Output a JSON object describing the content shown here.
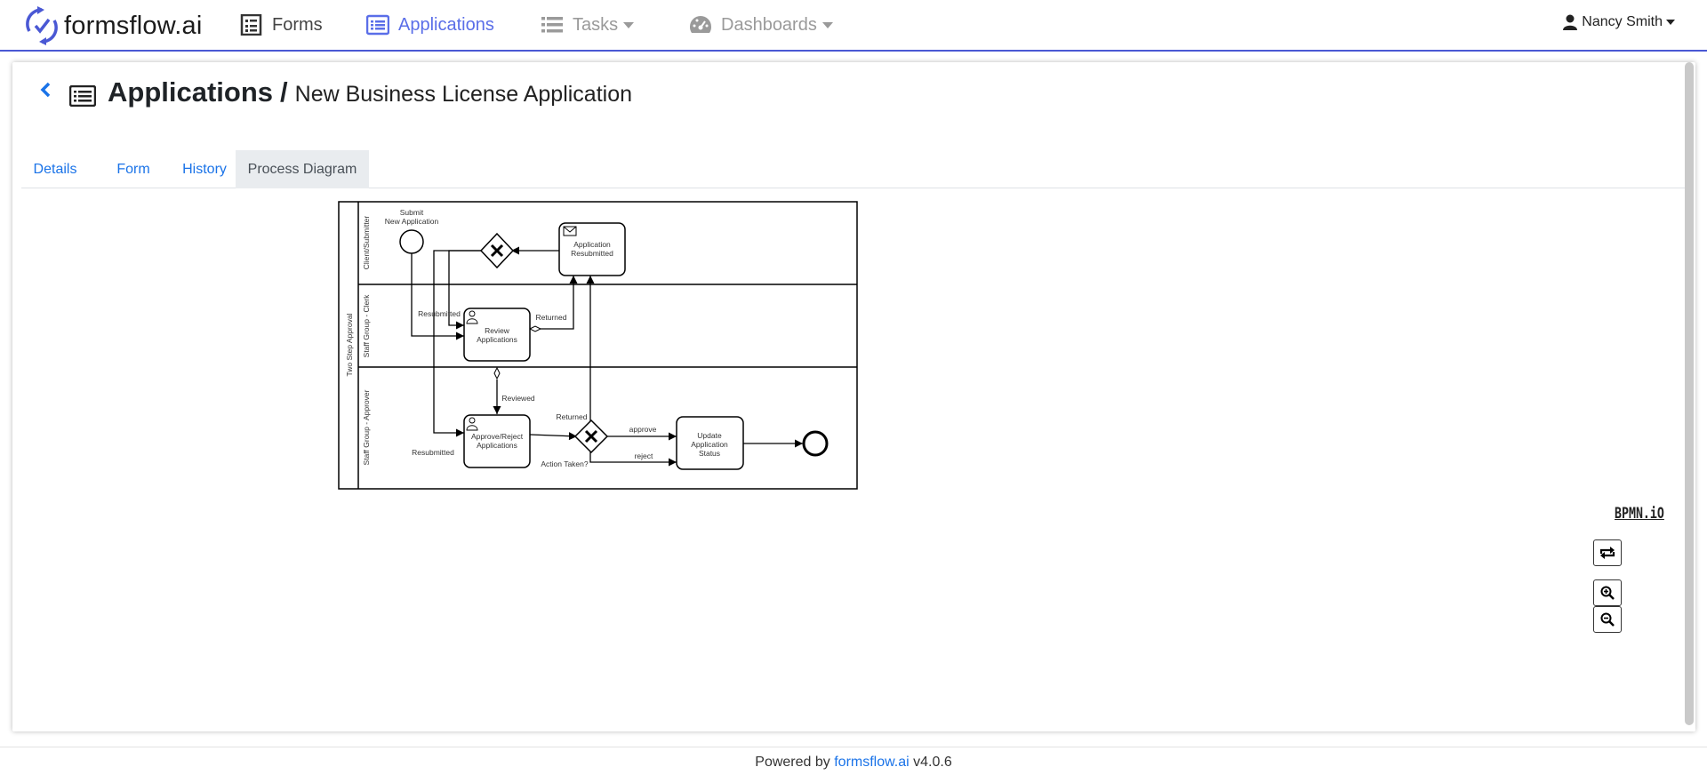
{
  "header": {
    "brand": "formsflow.ai",
    "nav": [
      {
        "label": "Forms",
        "icon": "form-icon"
      },
      {
        "label": "Applications",
        "icon": "list-icon",
        "active": true
      },
      {
        "label": "Tasks",
        "icon": "tasks-icon",
        "dropdown": true
      },
      {
        "label": "Dashboards",
        "icon": "dashboard-icon",
        "dropdown": true
      }
    ],
    "user": "Nancy Smith"
  },
  "page": {
    "title": "Applications",
    "separator": "/",
    "subtitle": "New Business License Application"
  },
  "tabs": [
    {
      "label": "Details"
    },
    {
      "label": "Form"
    },
    {
      "label": "History"
    },
    {
      "label": "Process Diagram",
      "active": true
    }
  ],
  "diagram": {
    "pool": "Two Step Approval",
    "lanes": [
      "Client/Submitter",
      "Staff Group - Clerk",
      "Staff Group - Approver"
    ],
    "start_event": [
      "Submit",
      "New Application"
    ],
    "tasks": {
      "resubmitted": [
        "Application",
        "Resubmitted"
      ],
      "review": [
        "Review",
        "Applications"
      ],
      "approve": [
        "Approve/Reject",
        "Applications"
      ],
      "update": [
        "Update",
        "Application",
        "Status"
      ]
    },
    "labels": {
      "resubmitted_1": "Resubmitted",
      "returned_1": "Returned",
      "reviewed": "Reviewed",
      "returned_2": "Returned",
      "resubmitted_2": "Resubmitted",
      "action_taken": "Action Taken?",
      "approve": "approve",
      "reject": "reject"
    }
  },
  "bpmn_logo": "BPMN.iO",
  "footer": {
    "prefix": "Powered by",
    "link": "formsflow.ai",
    "version": "v4.0.6"
  },
  "colors": {
    "accent": "#5a6ee8",
    "link": "#1a73e8",
    "navbar_border": "#4a58d4"
  }
}
